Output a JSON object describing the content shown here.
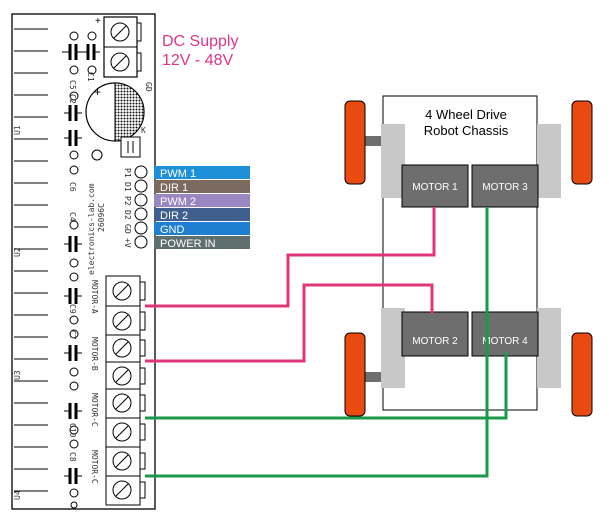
{
  "board": {
    "supply_line1": "DC Supply",
    "supply_line2": "12V - 48V",
    "supply_color": "#e0358a",
    "brand_text": "electronics-lab.com",
    "code_text": "26096C",
    "plus_mark": "+",
    "gd_mark": "GD",
    "k_mark": "K",
    "ic_labels": [
      "U1",
      "U2",
      "U3",
      "U4"
    ],
    "cap_labels": [
      "C5",
      "C1",
      "C2",
      "C3",
      "C6",
      "C4",
      "C9",
      "C7",
      "C10",
      "C8"
    ],
    "pin_marks": [
      "P1",
      "D1",
      "P2",
      "D2",
      "GD",
      "+V"
    ],
    "motor_connector_labels": [
      "MOTOR-A",
      "MOTOR-B",
      "MOTOR-C",
      "MOTOR-C"
    ]
  },
  "signals": [
    {
      "label": "PWM 1",
      "color": "#1e90d8"
    },
    {
      "label": "DIR 1",
      "color": "#7a6a60"
    },
    {
      "label": "PWM 2",
      "color": "#9a86c0"
    },
    {
      "label": "DIR 2",
      "color": "#3f5f8f"
    },
    {
      "label": "GND",
      "color": "#1e7fd0"
    },
    {
      "label": "POWER IN",
      "color": "#5f6f6f"
    }
  ],
  "chassis": {
    "title_line1": "4 Wheel Drive",
    "title_line2": "Robot Chassis",
    "motors": [
      "MOTOR 1",
      "MOTOR 3",
      "MOTOR 2",
      "MOTOR 4"
    ]
  },
  "colors": {
    "wire_pink": "#e0357a",
    "wire_green": "#1a9a4a",
    "wheel": "#e84a10",
    "motor_body": "#6e6e6e",
    "bracket": "#c8c8c8"
  }
}
